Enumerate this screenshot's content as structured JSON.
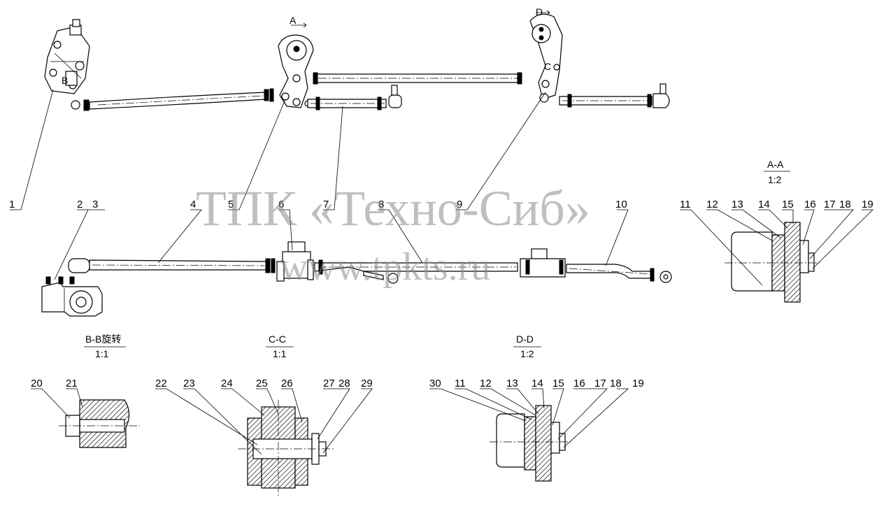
{
  "watermark": {
    "company": "ТПК «Техно-Сиб»",
    "site": "www.tpkts.ru"
  },
  "callouts": {
    "c1": "1",
    "c2": "2",
    "c3": "3",
    "c4": "4",
    "c5": "5",
    "c6": "6",
    "c7": "7",
    "c8": "8",
    "c9": "9",
    "c10": "10",
    "c11": "11",
    "c12": "12",
    "c13": "13",
    "c14": "14",
    "c15": "15",
    "c16": "16",
    "c17": "17",
    "c18": "18",
    "c19": "19",
    "c20": "20",
    "c21": "21",
    "c22": "22",
    "c23": "23",
    "c24": "24",
    "c25": "25",
    "c26": "26",
    "c27": "27",
    "c28": "28",
    "c29": "29",
    "c30": "30"
  },
  "sections": {
    "aa": {
      "title": "A-A",
      "scale": "1:2"
    },
    "bb": {
      "title": "B-B旋转",
      "scale": "1:1"
    },
    "cc": {
      "title": "C-C",
      "scale": "1:1"
    },
    "dd": {
      "title": "D-D",
      "scale": "1:2"
    }
  },
  "view_markers": {
    "a": "A",
    "b": "B",
    "c": "C",
    "d": "D"
  }
}
